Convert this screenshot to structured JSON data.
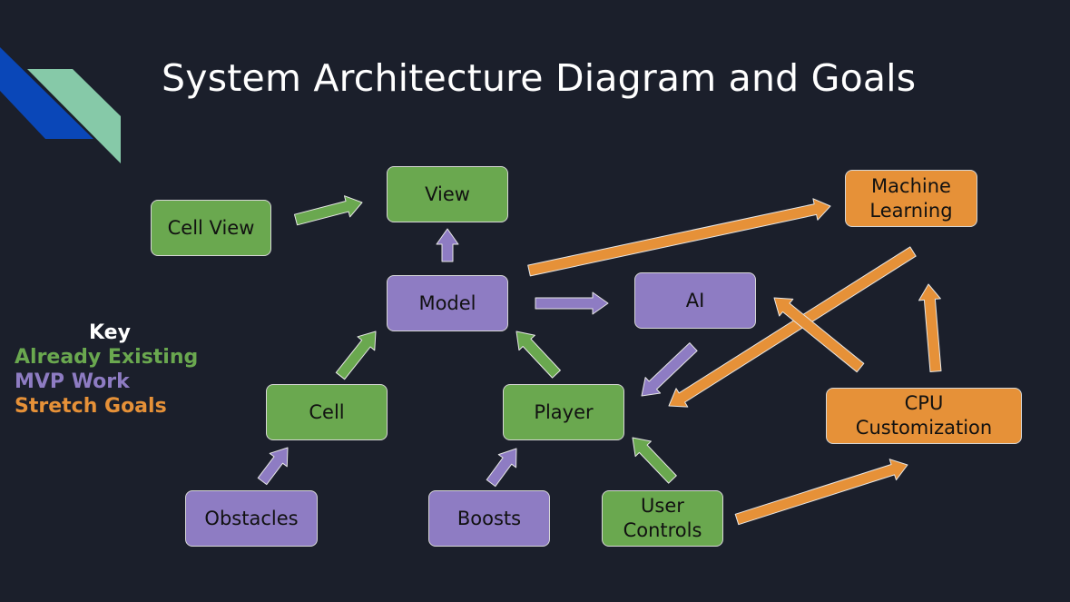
{
  "title": "System Architecture Diagram and Goals",
  "colors": {
    "background": "#1b1f2b",
    "already_existing": "#6aa84f",
    "mvp_work": "#8e7cc3",
    "stretch_goals": "#e69138",
    "accent_blue": "#0a47b8",
    "accent_mint": "#86c9a8"
  },
  "key": {
    "heading": "Key",
    "items": [
      "Already Existing",
      "MVP Work",
      "Stretch Goals"
    ]
  },
  "nodes": {
    "cell_view": "Cell View",
    "view": "View",
    "model": "Model",
    "ai": "AI",
    "machine_learning": "Machine\nLearning",
    "cell": "Cell",
    "player": "Player",
    "cpu_customization": "CPU\nCustomization",
    "obstacles": "Obstacles",
    "boosts": "Boosts",
    "user_controls": "User\nControls"
  },
  "edges": [
    {
      "from": "Cell View",
      "to": "View",
      "category": "Already Existing"
    },
    {
      "from": "Model",
      "to": "View",
      "category": "MVP Work"
    },
    {
      "from": "Model",
      "to": "AI",
      "category": "MVP Work"
    },
    {
      "from": "Model",
      "to": "Machine Learning",
      "category": "Stretch Goals"
    },
    {
      "from": "Cell",
      "to": "Model",
      "category": "Already Existing"
    },
    {
      "from": "Player",
      "to": "Model",
      "category": "Already Existing"
    },
    {
      "from": "AI",
      "to": "Player",
      "category": "MVP Work"
    },
    {
      "from": "Machine Learning",
      "to": "Player",
      "category": "Stretch Goals"
    },
    {
      "from": "CPU Customization",
      "to": "AI",
      "category": "Stretch Goals"
    },
    {
      "from": "CPU Customization",
      "to": "Machine Learning",
      "category": "Stretch Goals"
    },
    {
      "from": "User Controls",
      "to": "CPU Customization",
      "category": "Stretch Goals"
    },
    {
      "from": "Obstacles",
      "to": "Cell",
      "category": "MVP Work"
    },
    {
      "from": "Boosts",
      "to": "Player",
      "category": "MVP Work"
    },
    {
      "from": "User Controls",
      "to": "Player",
      "category": "Already Existing"
    }
  ]
}
